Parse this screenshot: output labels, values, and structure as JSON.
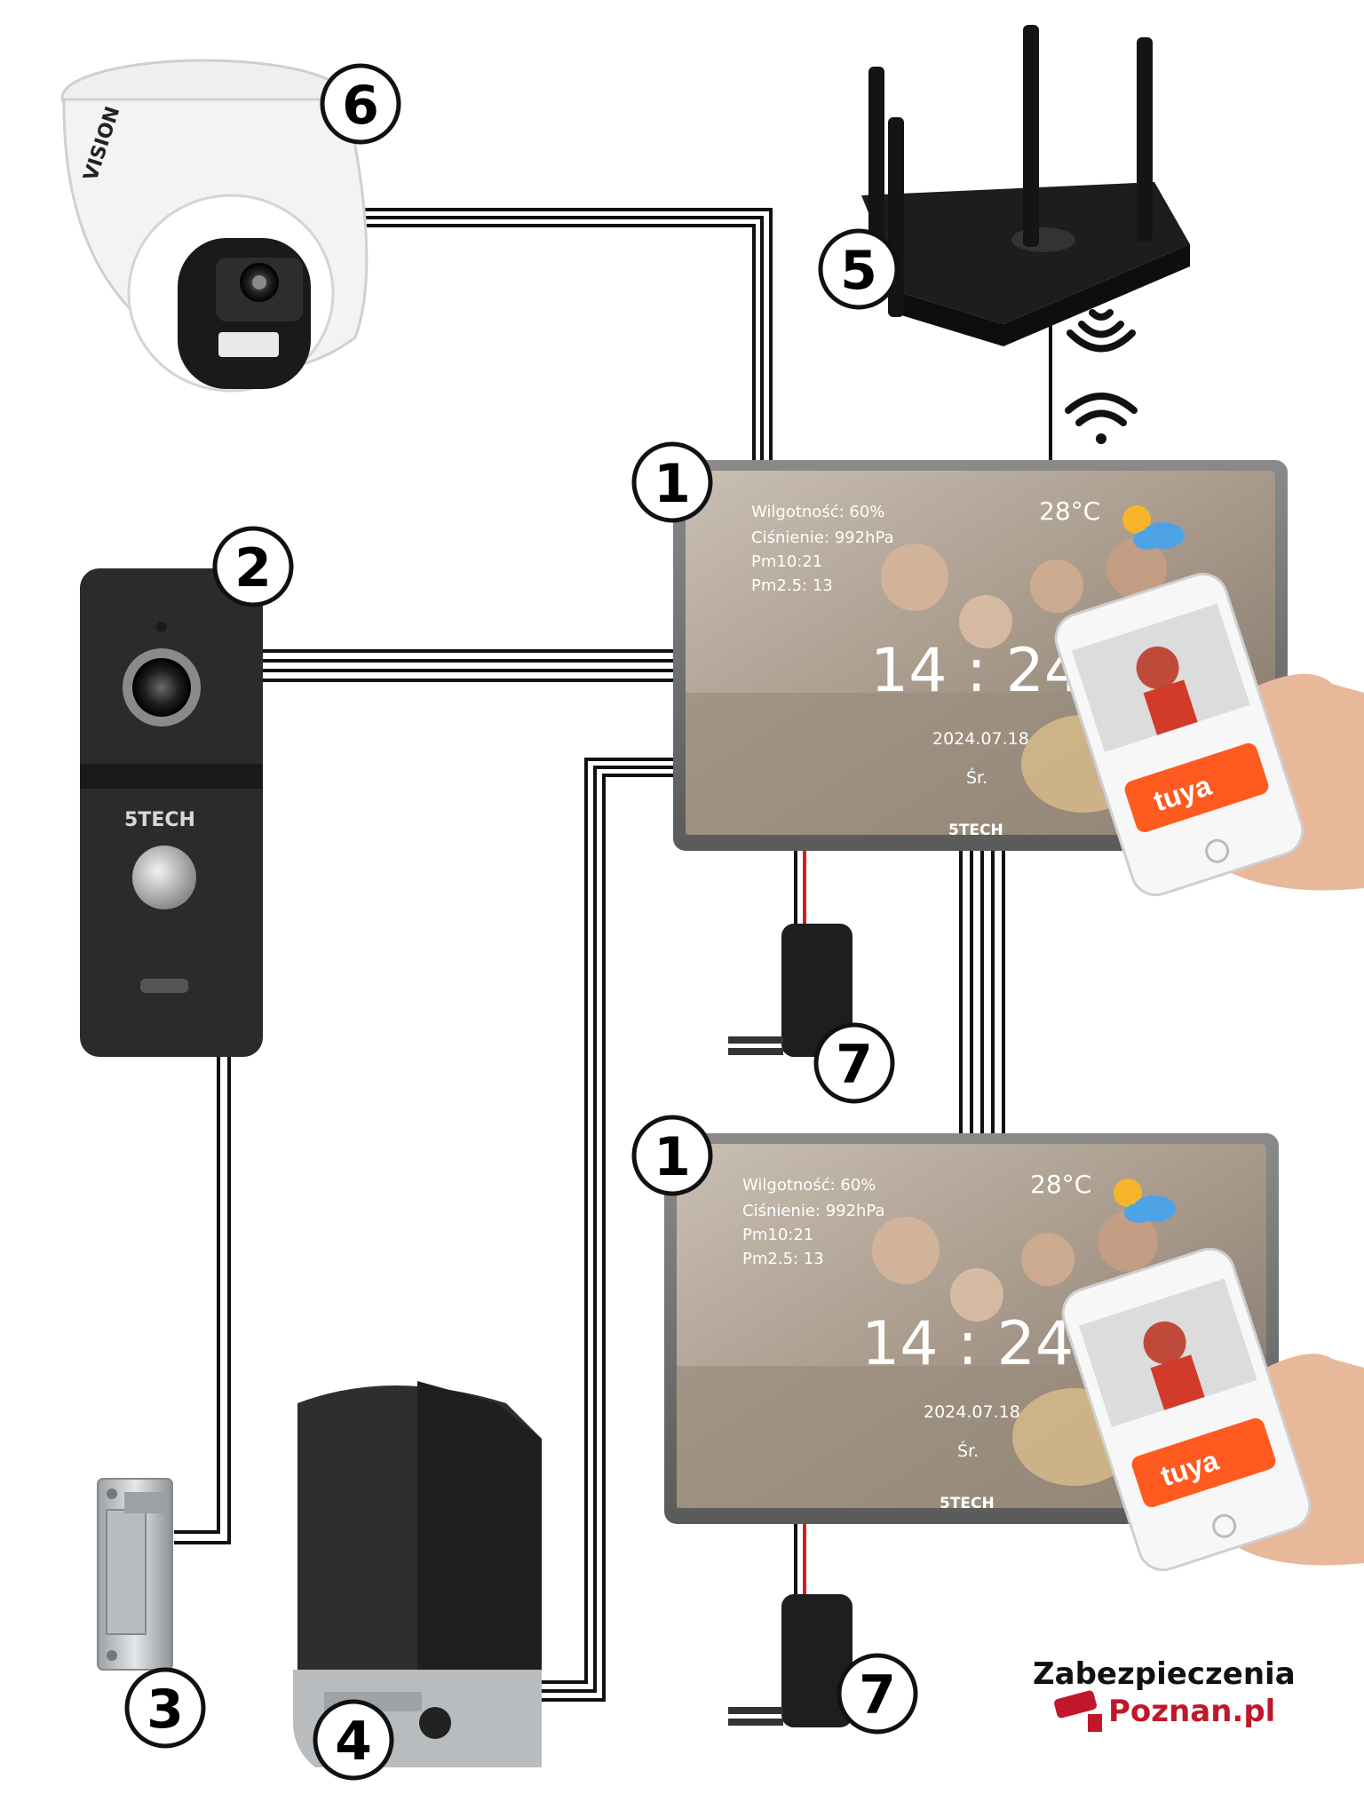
{
  "components": {
    "monitor": "1",
    "door_station": "2",
    "electric_strike": "3",
    "gate_motor": "4",
    "router": "5",
    "ip_camera": "6",
    "power_supply": "7"
  },
  "monitor_screen": {
    "humidity": "Wilgotność: 60%",
    "pressure": "Ciśnienie: 992hPa",
    "pm10": "Pm10:21",
    "pm25": "Pm2.5: 13",
    "temperature": "28°C",
    "time": "14 : 24",
    "date": "2024.07.18",
    "weekday": "Śr.",
    "brand": "5TECH"
  },
  "camera_brand": "VISION",
  "door_station_brand": "5TECH",
  "phone_app": "tuya",
  "logo": {
    "line1": "Zabezpieczenia",
    "line2": "Poznan.pl"
  },
  "colors": {
    "wire": "#111111",
    "power_wire": "#d11f1f",
    "device_dark": "#2b2b2b",
    "tuya_orange": "#ff5a1f",
    "logo_red": "#c0182a"
  }
}
